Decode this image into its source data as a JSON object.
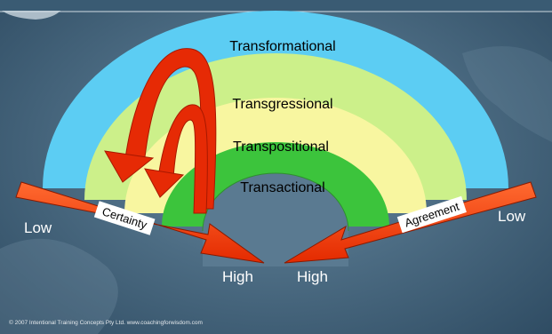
{
  "levels": [
    {
      "label": "Transformational",
      "color": "#5ccdf3"
    },
    {
      "label": "Transgressional",
      "color": "#ccf08a"
    },
    {
      "label": "Transpositional",
      "color": "#f8f6a0"
    },
    {
      "label": "Transactional",
      "color": "#3cc43c"
    }
  ],
  "axes": {
    "certainty": {
      "name": "Certainty",
      "low": "Low",
      "high": "High"
    },
    "agreement": {
      "name": "Agreement",
      "low": "Low",
      "high": "High"
    }
  },
  "colors": {
    "arrow": "#ff3a08",
    "arrow_dark": "#b82000",
    "curved_arrow": "#e62a05"
  },
  "footer": "© 2007 Intentional Training Concepts Pty Ltd. www.coachingforwisdom.com"
}
